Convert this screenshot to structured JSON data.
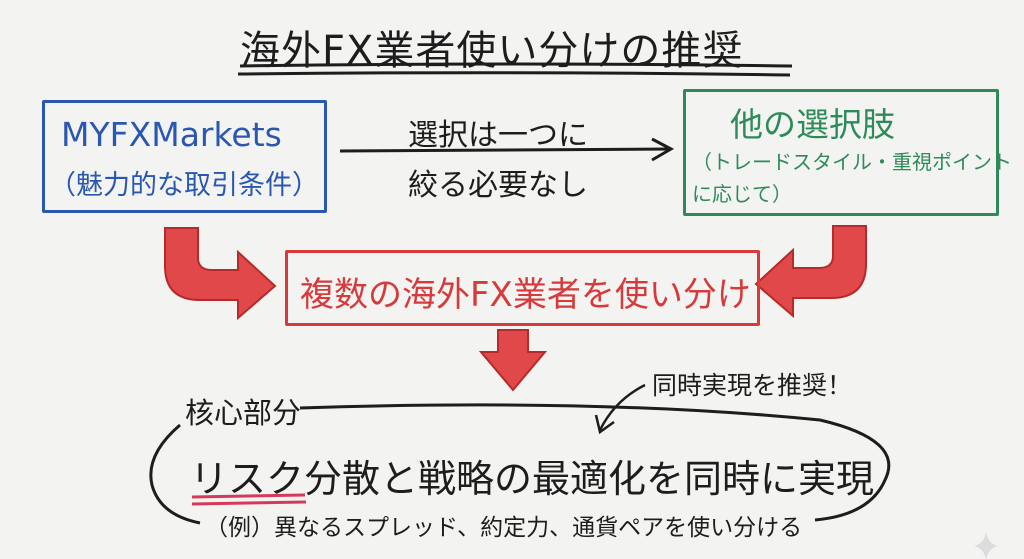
{
  "title": "海外FX業者使い分けの推奨",
  "left_box": {
    "line1": "MYFXMarkets",
    "line2": "（魅力的な取引条件）"
  },
  "middle_note": {
    "line1": "選択は一つに",
    "line2": "絞る必要なし"
  },
  "right_box": {
    "line1": "他の選択肢",
    "line2": "（トレードスタイル・重視ポイント",
    "line3": "に応じて）"
  },
  "center_box": "複数の海外FX業者を使い分け",
  "recommend_note": "同時実現を推奨！",
  "core_label": "核心部分",
  "core_main": {
    "part1": "リスク分散",
    "part2": "と戦略の最適化を同時に実現"
  },
  "core_example": "（例）異なるスプレッド、約定力、通貨ペアを使い分ける",
  "colors": {
    "blue": "#2a58b0",
    "green": "#2e8a58",
    "red": "#d63a3a",
    "ink": "#1d1d1d"
  }
}
